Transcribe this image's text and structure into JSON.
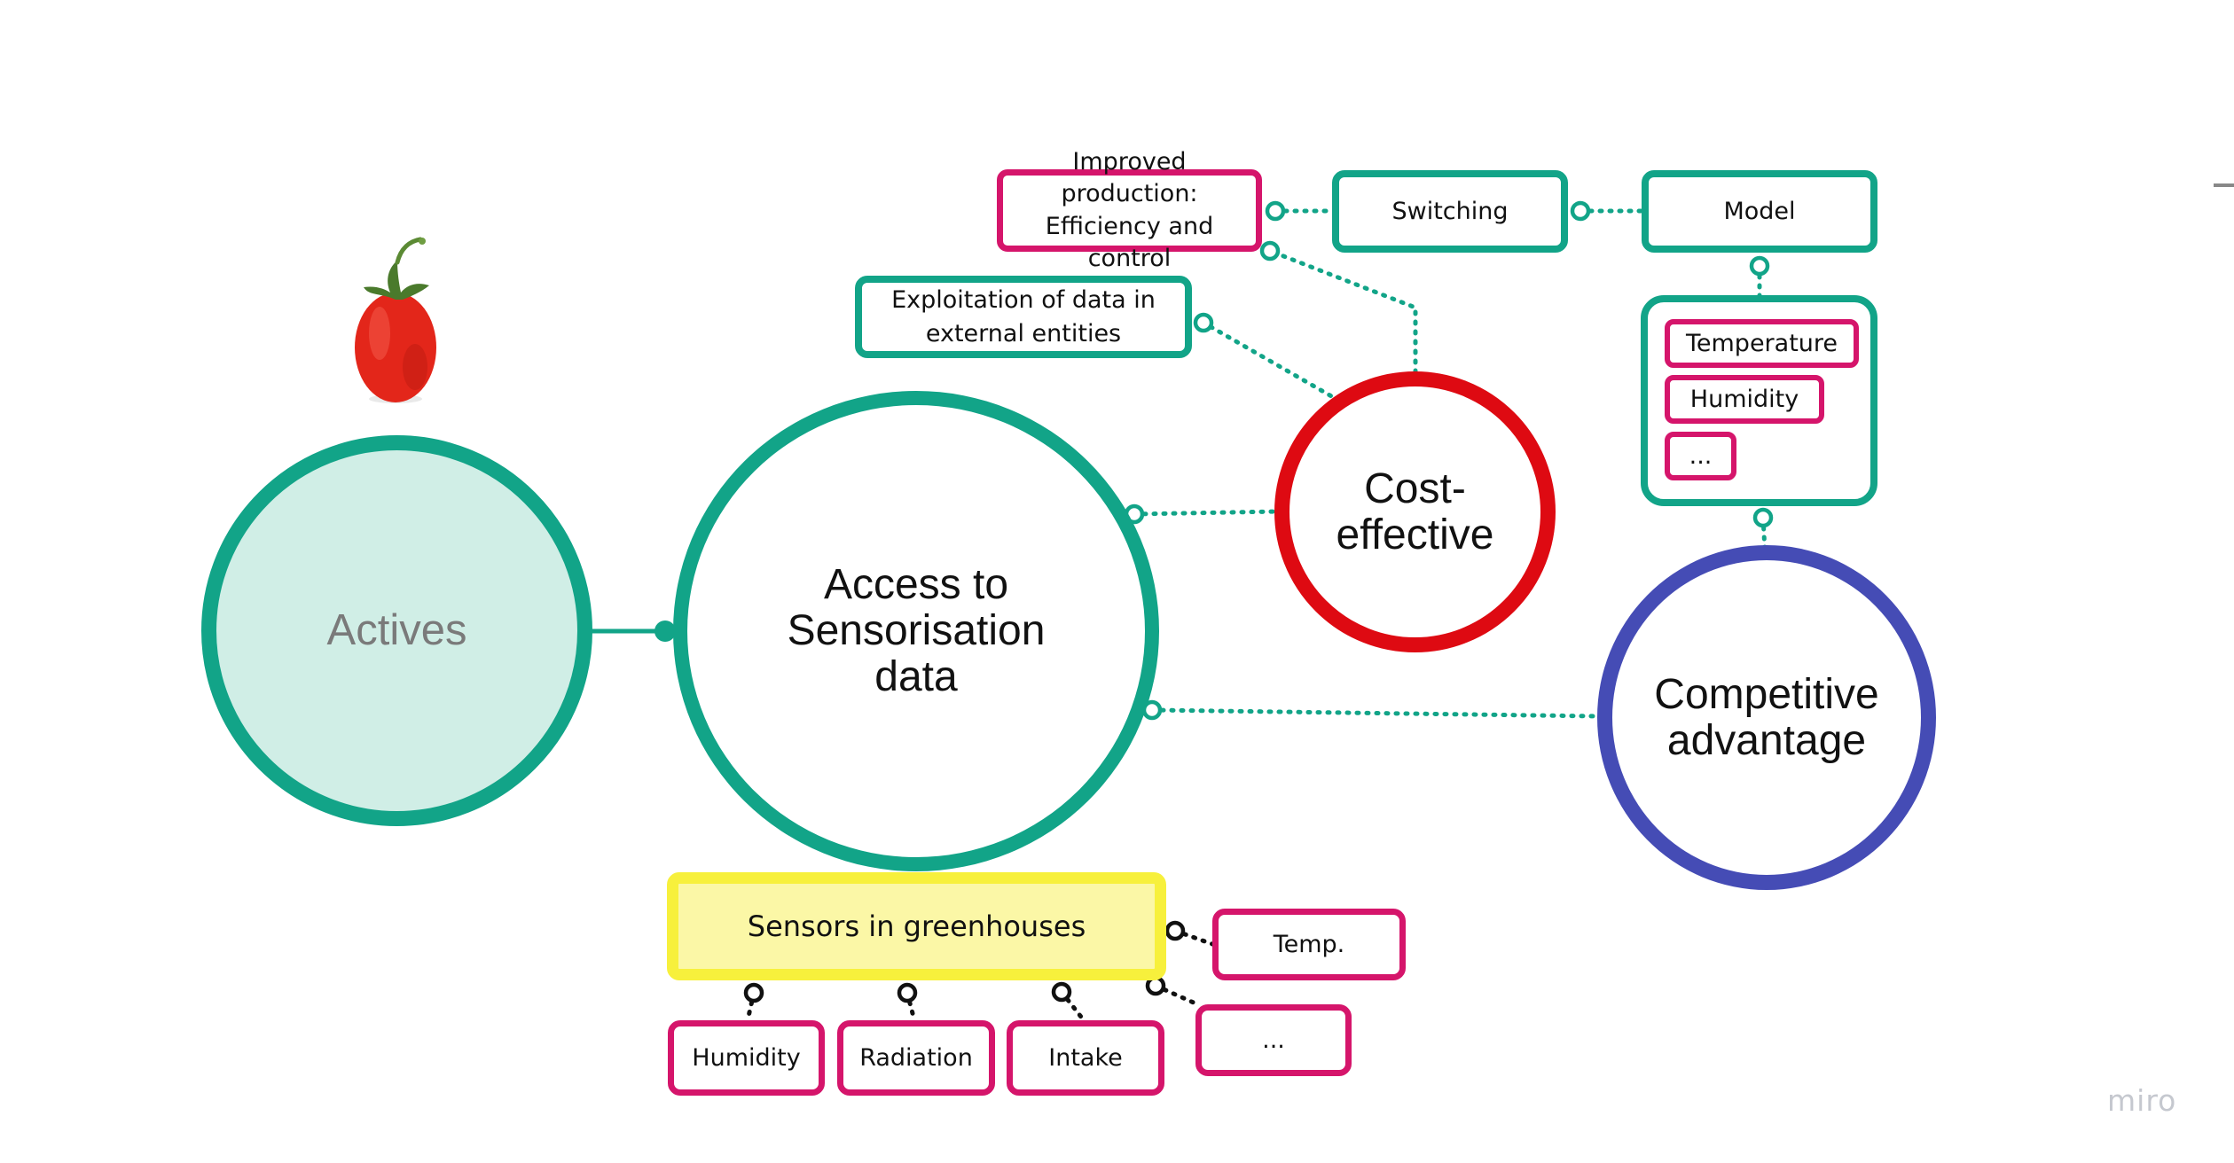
{
  "nodes": {
    "actives": "Actives",
    "access": "Access to\nSensorisation\ndata",
    "cost": "Cost-\neffective",
    "competitive": "Competitive\nadvantage",
    "improved": "Improved production:\nEfficiency and control",
    "switching": "Switching",
    "model": "Model",
    "exploitation": "Exploitation of data in\nexternal entities",
    "temperature": "Temperature",
    "humidity_model": "Humidity",
    "ellipsis_model": "...",
    "sensors": "Sensors in greenhouses",
    "temp": "Temp.",
    "ellipsis_sensors": "...",
    "humidity": "Humidity",
    "radiation": "Radiation",
    "intake": "Intake"
  },
  "watermark": "miro",
  "colors": {
    "teal": "#12a488",
    "actives_fill": "#d0eee6",
    "red": "#de0a12",
    "indigo": "#454cb5",
    "pink": "#d5156b",
    "yellow_border": "#f7f03c",
    "yellow_fill": "#fbf7a6"
  },
  "icons": [
    "tomato-image"
  ]
}
